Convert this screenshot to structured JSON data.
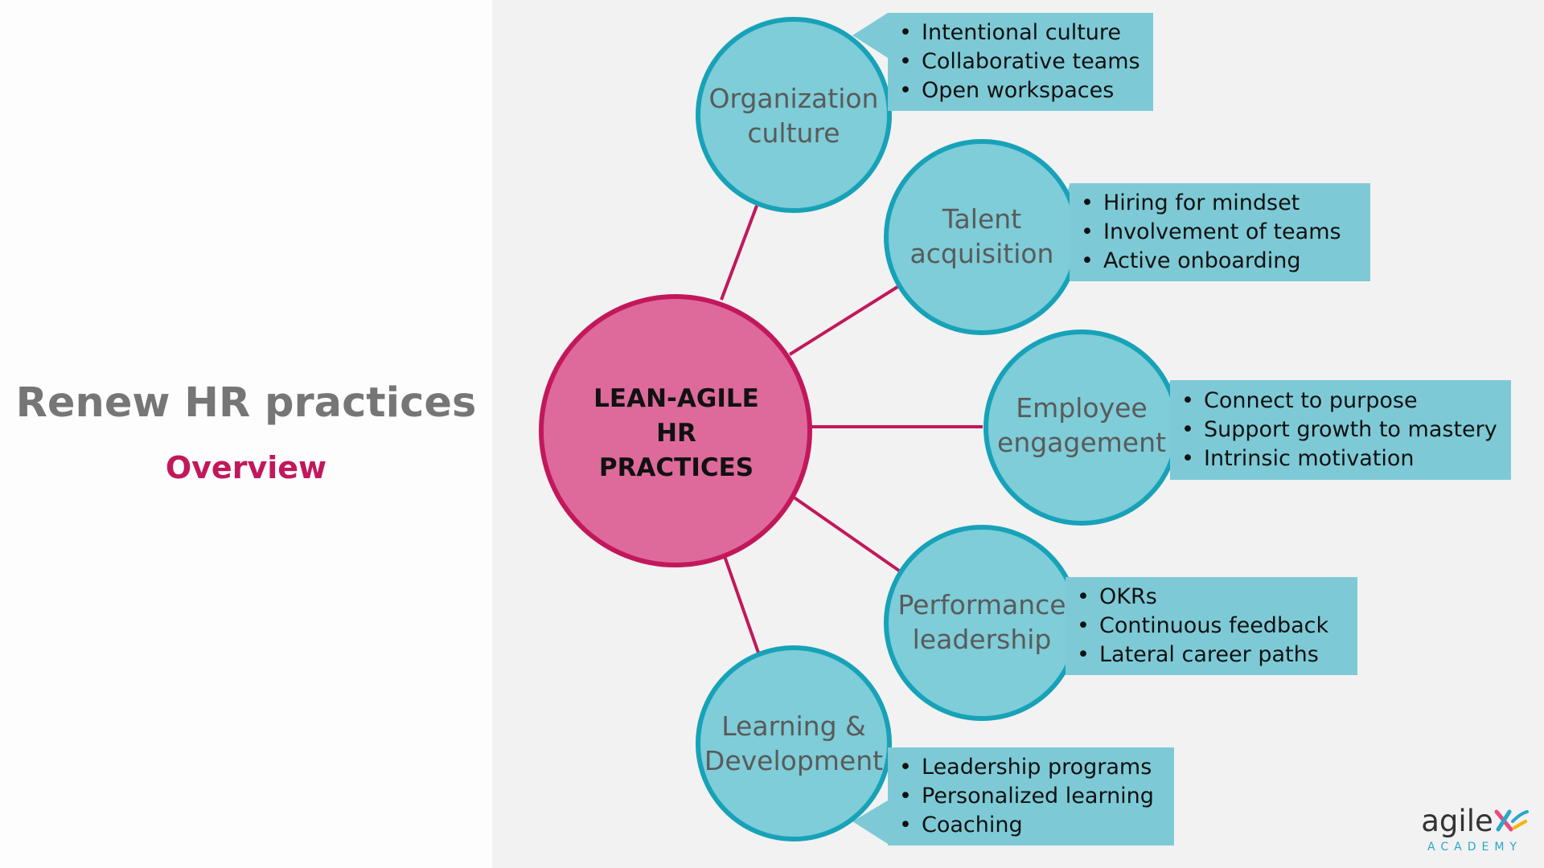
{
  "slide": {
    "title": "Renew HR practices",
    "subtitle": "Overview"
  },
  "colors": {
    "hub_fill": "#de6a9c",
    "hub_stroke": "#c2185b",
    "node_fill": "#7ecdd8",
    "node_stroke": "#17a2b8",
    "callout_fill": "#7dcad6",
    "connector": "#c2185b",
    "right_panel_bg": "#f2f2f2"
  },
  "hub": {
    "lines": [
      "LEAN-AGILE",
      "HR",
      "PRACTICES"
    ]
  },
  "branches": [
    {
      "lines": [
        "Organization",
        "culture"
      ],
      "bullets": [
        "Intentional culture",
        "Collaborative teams",
        "Open workspaces"
      ]
    },
    {
      "lines": [
        "Talent",
        "acquisition"
      ],
      "bullets": [
        "Hiring for mindset",
        "Involvement of teams",
        "Active onboarding"
      ]
    },
    {
      "lines": [
        "Employee",
        "engagement"
      ],
      "bullets": [
        "Connect to purpose",
        "Support growth to mastery",
        "Intrinsic motivation"
      ]
    },
    {
      "lines": [
        "Performance",
        "leadership"
      ],
      "bullets": [
        "OKRs",
        "Continuous feedback",
        "Lateral career paths"
      ]
    },
    {
      "lines": [
        "Learning &",
        "Development"
      ],
      "bullets": [
        "Leadership programs",
        "Personalized learning",
        "Coaching"
      ]
    }
  ],
  "logo": {
    "wordmark": "agile",
    "mark_icon": "x-swoosh-icon",
    "tagline": "ACADEMY"
  }
}
